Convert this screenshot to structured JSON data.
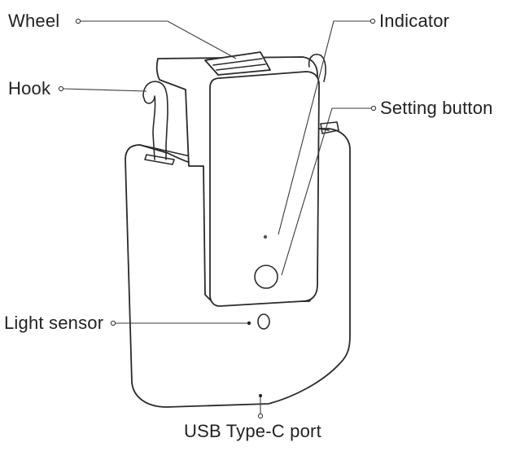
{
  "labels": {
    "wheel": "Wheel",
    "hook": "Hook",
    "indicator": "Indicator",
    "setting_button": "Setting button",
    "light_sensor": "Light sensor",
    "usb_port": "USB Type-C port"
  },
  "colors": {
    "line": "#2a2a2a",
    "text": "#222222",
    "background": "#ffffff"
  }
}
